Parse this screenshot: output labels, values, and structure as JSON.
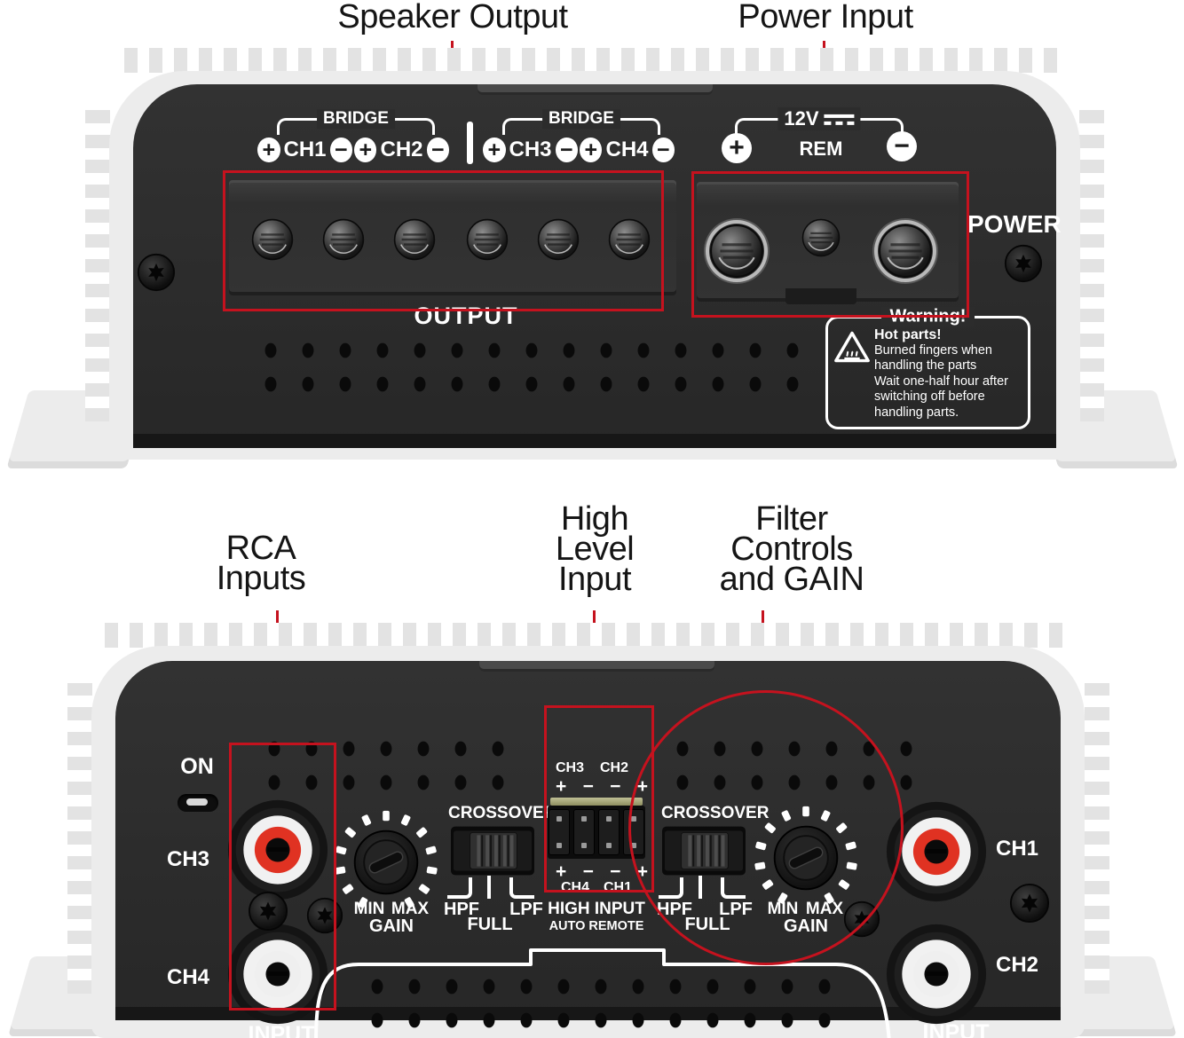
{
  "colors": {
    "callout_red": "#c5121e",
    "panel_black": "#2b2b2b",
    "heatsink_gray": "#e8e8e8",
    "rca_red": "#e03222",
    "rca_white": "#efefef"
  },
  "annotations": {
    "speaker_output": "Speaker Output",
    "power_input": "Power Input",
    "rca_inputs": {
      "line1": "RCA",
      "line2": "Inputs"
    },
    "high_level": {
      "line1": "High",
      "line2": "Level",
      "line3": "Input"
    },
    "filter_controls": {
      "line1": "Filter",
      "line2": "Controls",
      "line3": "and GAIN"
    }
  },
  "top_panel": {
    "bridge_left": {
      "label": "BRIDGE",
      "ch_a": "CH1",
      "ch_b": "CH2"
    },
    "bridge_right": {
      "label": "BRIDGE",
      "ch_a": "CH3",
      "ch_b": "CH4"
    },
    "signs": {
      "plus": "+",
      "minus": "−"
    },
    "power_terminal": {
      "voltage": "12V",
      "rem": "REM"
    },
    "power_label": "POWER",
    "output_label": "OUTPUT",
    "warning": {
      "title": "Warning!",
      "heading": "Hot parts!",
      "lines": [
        "Burned fingers when",
        "handling the parts",
        "Wait one-half hour after",
        "switching off before",
        "handling parts."
      ]
    }
  },
  "bottom_panel": {
    "on_label": "ON",
    "left_rca": {
      "top": "CH3",
      "bottom": "CH4"
    },
    "right_rca": {
      "top": "CH1",
      "bottom": "CH2"
    },
    "input_label": "INPUT",
    "gain": {
      "min": "MIN",
      "max": "MAX",
      "label": "GAIN"
    },
    "crossover": {
      "label": "CROSSOVER",
      "hpf": "HPF",
      "full": "FULL",
      "lpf": "LPF"
    },
    "high_input": {
      "top_left_ch": "CH3",
      "top_right_ch": "CH2",
      "bottom_left_ch": "CH4",
      "bottom_right_ch": "CH1",
      "plus": "+",
      "minus": "−",
      "title": "HIGH INPUT",
      "subtitle": "AUTO REMOTE"
    }
  }
}
